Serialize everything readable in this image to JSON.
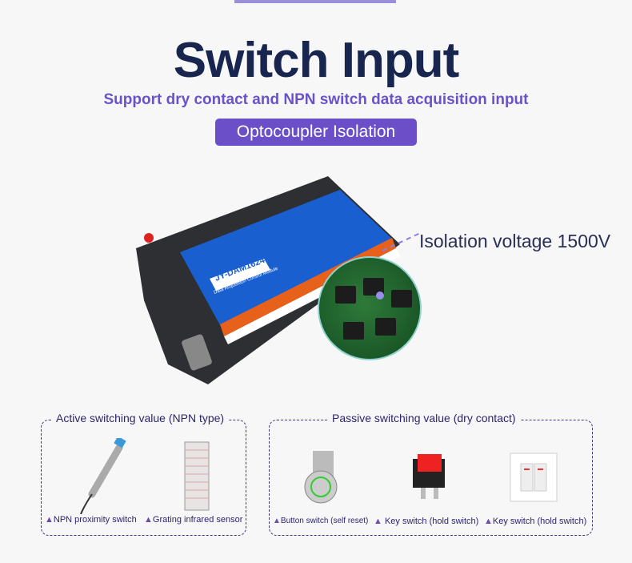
{
  "header": {
    "title": "Switch Input",
    "subtitle": "Support dry contact and NPN switch data acquisition input",
    "badge": "Optocoupler Isolation"
  },
  "device": {
    "model": "JY-DAM1624",
    "caption": "Data Acquisition Control Module",
    "callout": "Isolation voltage 1500V"
  },
  "groups": [
    {
      "label": "Active switching value (NPN type)",
      "items": [
        {
          "label": "NPN proximity switch",
          "icon": "proximity-sensor-icon"
        },
        {
          "label": "Grating infrared sensor",
          "icon": "light-curtain-icon"
        }
      ]
    },
    {
      "label": "Passive switching value (dry contact)",
      "items": [
        {
          "label": "Button switch (self reset)",
          "icon": "push-button-icon"
        },
        {
          "label": "Key switch (hold switch)",
          "icon": "rocker-switch-icon"
        },
        {
          "label": "Key switch (hold switch)",
          "icon": "wall-switch-icon"
        }
      ]
    }
  ],
  "colors": {
    "title": "#17254f",
    "accent": "#6a4fc8"
  }
}
